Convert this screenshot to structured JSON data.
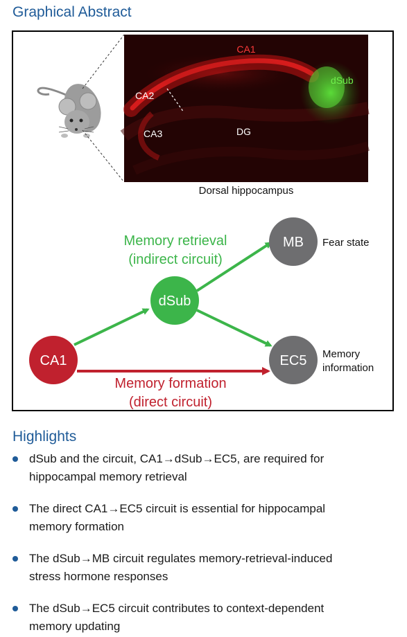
{
  "header": {
    "title": "Graphical Abstract"
  },
  "figure": {
    "image_labels": {
      "ca1": "CA1",
      "ca2": "CA2",
      "ca3": "CA3",
      "dg": "DG",
      "dsub": "dSub"
    },
    "image_caption": "Dorsal hippocampus",
    "nodes": {
      "ca1": "CA1",
      "dsub": "dSub",
      "mb": "MB",
      "ec5": "EC5"
    },
    "node_notes": {
      "mb": "Fear state",
      "ec5_line1": "Memory",
      "ec5_line2": "information"
    },
    "pathways": {
      "indirect_line1": "Memory retrieval",
      "indirect_line2": "(indirect circuit)",
      "direct_line1": "Memory formation",
      "direct_line2": "(direct circuit)"
    },
    "colors": {
      "green": "#3cb54a",
      "red": "#c0212e",
      "gray": "#6e6e70",
      "blue": "#1f5b98"
    }
  },
  "highlights": {
    "title": "Highlights",
    "items": [
      {
        "line1": "dSub and the circuit, CA1→dSub→EC5, are required for",
        "line2": "hippocampal memory retrieval"
      },
      {
        "line1": "The direct CA1→EC5 circuit is essential for hippocampal",
        "line2": "memory formation"
      },
      {
        "line1": "The dSub→MB circuit regulates memory-retrieval-induced",
        "line2": "stress hormone responses"
      },
      {
        "line1": "The dSub→EC5 circuit contributes to context-dependent",
        "line2": "memory updating"
      }
    ]
  }
}
